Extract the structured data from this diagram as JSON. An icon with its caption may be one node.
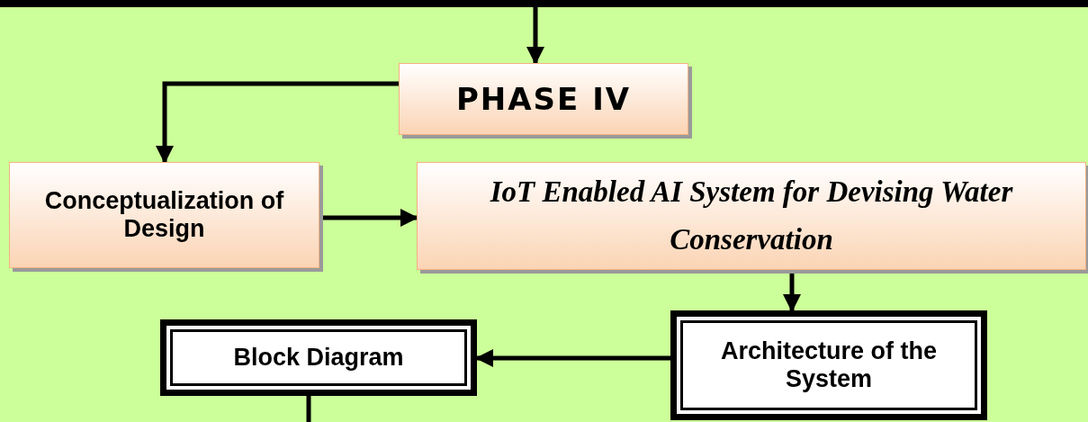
{
  "diagram": {
    "nodes": [
      {
        "text": [],
        "shape": "box"
      },
      {
        "text": [
          "PHASE IV"
        ]
      },
      {
        "text": [
          "Conceptualization of Design"
        ]
      },
      {
        "text": [
          "IoT Enabled AI System for Devising Water Conservation"
        ]
      },
      {
        "text": [
          "Architecture of the System"
        ]
      },
      {
        "text": [
          "Block Diagram"
        ]
      }
    ],
    "edges": [
      {
        "from": 0,
        "to": 1,
        "arrow": "to"
      },
      {
        "from": 1,
        "to": 2,
        "arrow": "to"
      },
      {
        "from": 2,
        "to": 3,
        "arrow": "to"
      },
      {
        "from": 3,
        "to": 4,
        "arrow": "to"
      },
      {
        "from": 4,
        "to": 5,
        "arrow": "to"
      },
      {
        "from": 5,
        "to": null,
        "arrow": "none"
      }
    ]
  }
}
